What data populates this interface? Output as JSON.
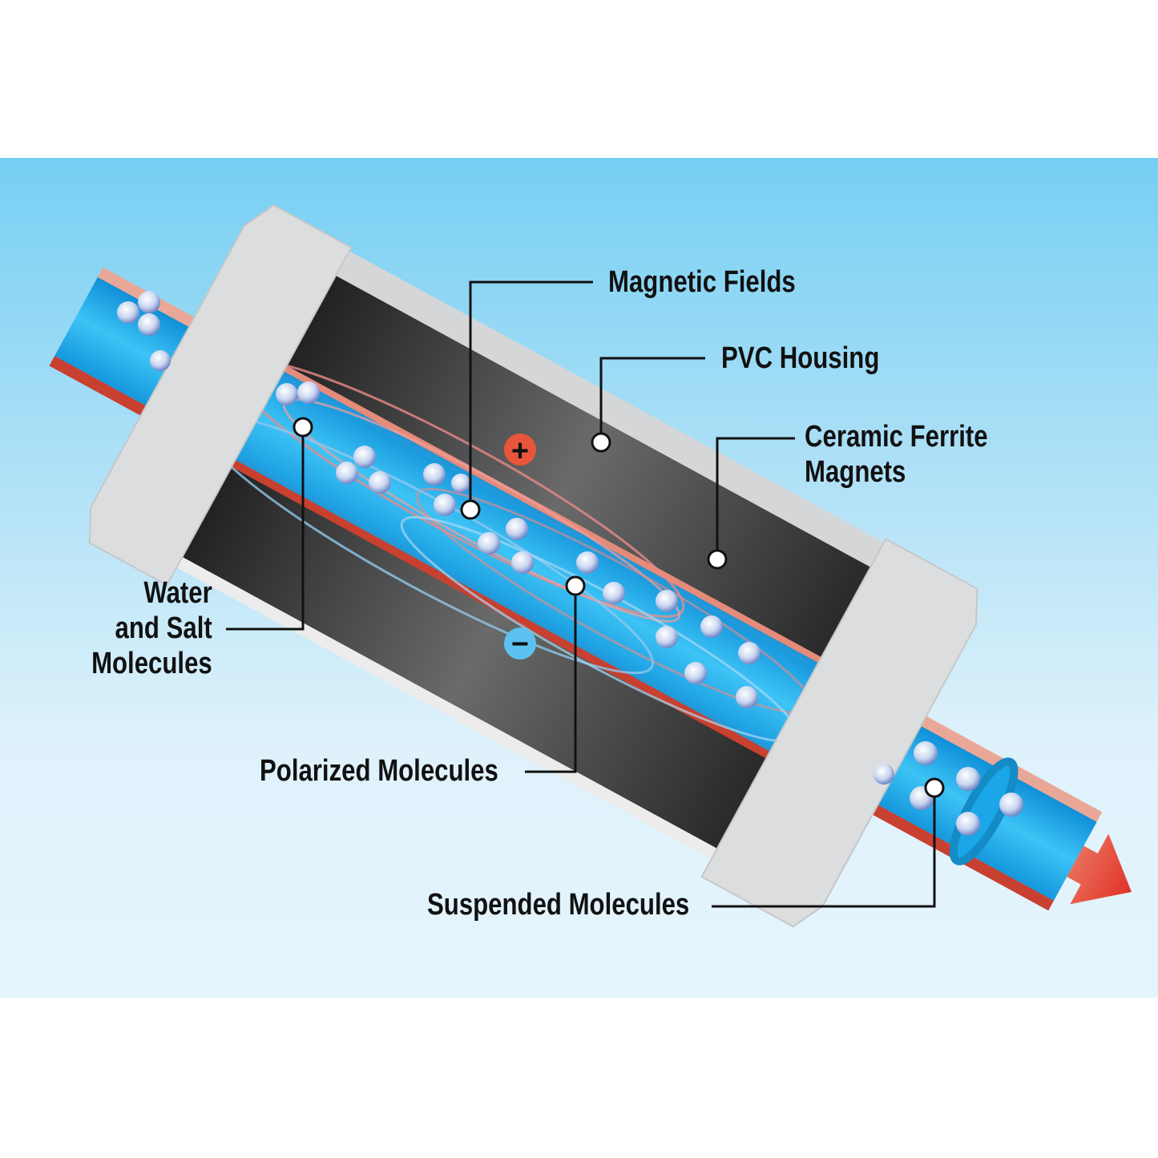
{
  "labels": {
    "magnetic_fields": "Magnetic Fields",
    "pvc_housing": "PVC Housing",
    "ceramic_line1": "Ceramic Ferrite",
    "ceramic_line2": "Magnets",
    "water_line1": "Water",
    "water_line2": "and Salt",
    "water_line3": "Molecules",
    "polarized": "Polarized Molecules",
    "suspended": "Suspended Molecules"
  },
  "symbols": {
    "plus": "+",
    "minus": "−"
  },
  "colors": {
    "sky_top": "#76cff3",
    "water": "#1aa6e8",
    "pipe": "#d9503f",
    "housing": "#d9dadb",
    "magnet": "#3a3a3a",
    "plus_badge": "#e8553b",
    "minus_badge": "#5bc2ef"
  }
}
